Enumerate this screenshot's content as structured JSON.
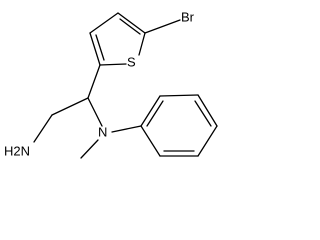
{
  "molecule": {
    "atoms": {
      "br": "Br",
      "s": "S",
      "amine": "H2N",
      "n": "N"
    }
  }
}
